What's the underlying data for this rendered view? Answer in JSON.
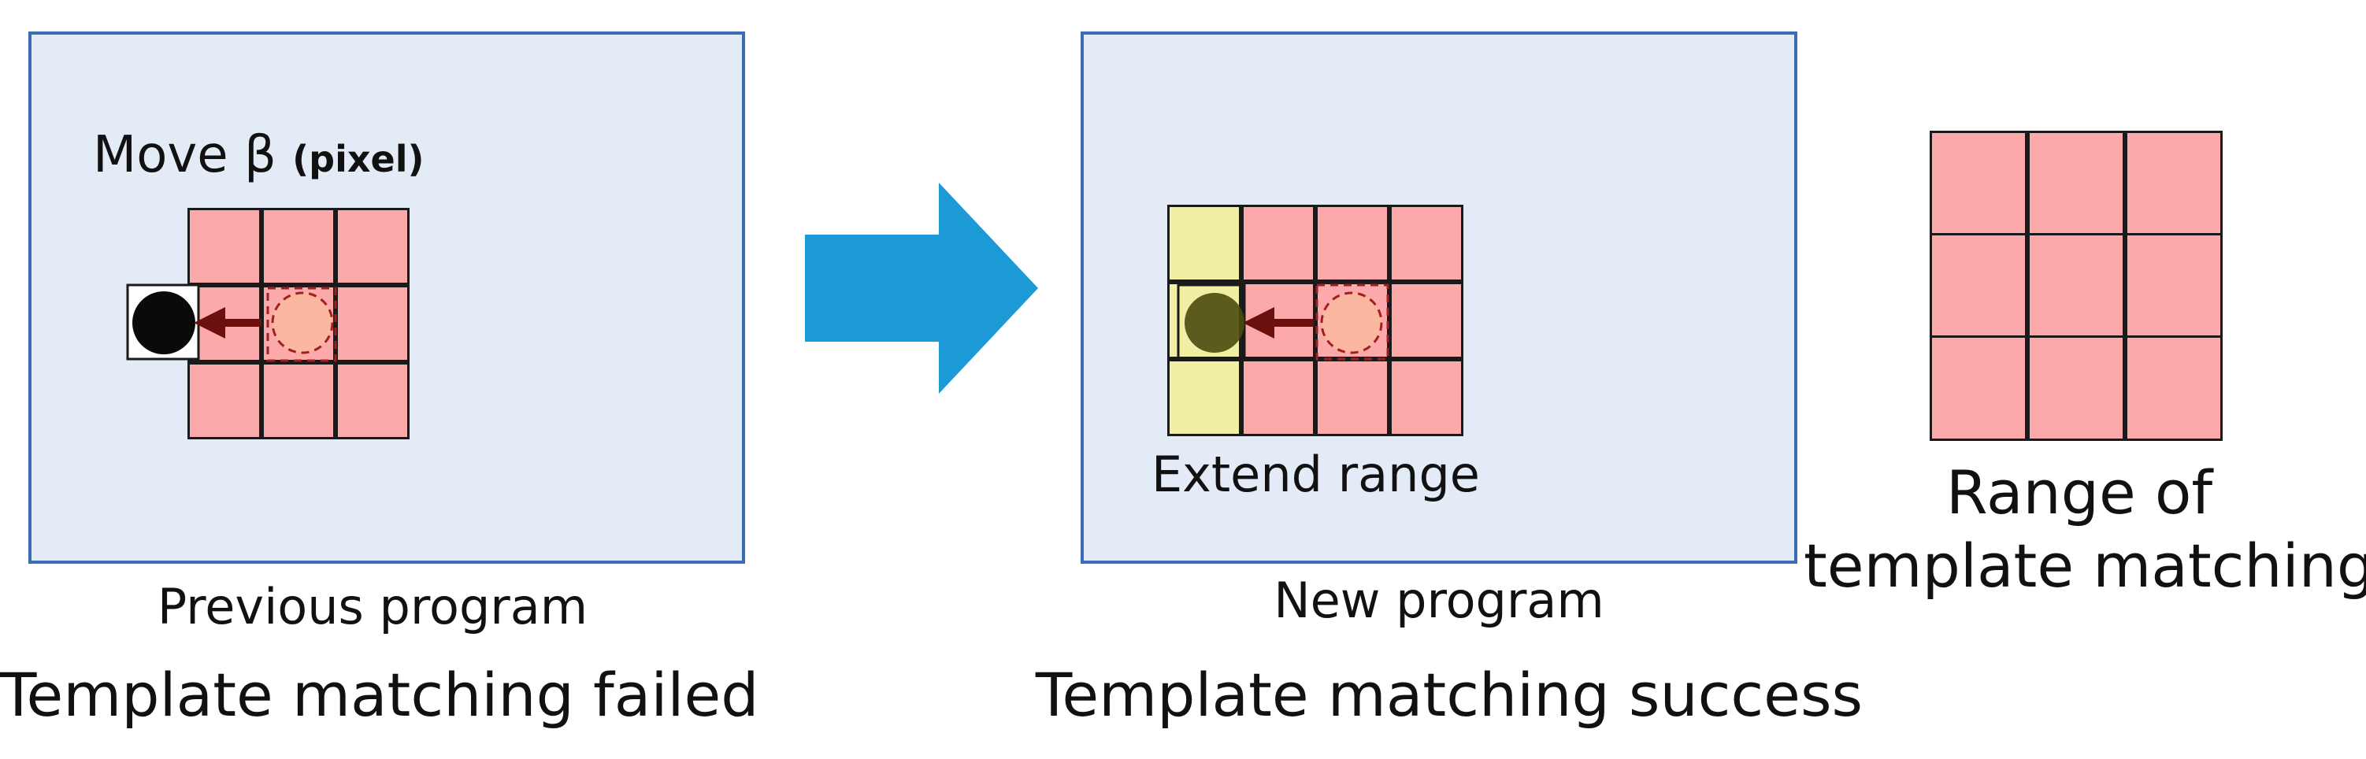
{
  "left_panel": {
    "move_label": "Move β",
    "move_unit": "(pixel)",
    "caption": "Previous program",
    "status": "Template matching failed"
  },
  "right_panel": {
    "extend_label": "Extend range",
    "caption": "New program",
    "status": "Template matching success"
  },
  "legend": {
    "line1": "Range of",
    "line2": "template matching"
  },
  "colors": {
    "panel_bg": "#e3ebf7",
    "panel_border": "#3b6bb5",
    "template_cell": "#fba9ab",
    "extended_cell": "#f1efa3",
    "arrow": "#1b9ad6",
    "move_arrow": "#6b0f0f"
  }
}
